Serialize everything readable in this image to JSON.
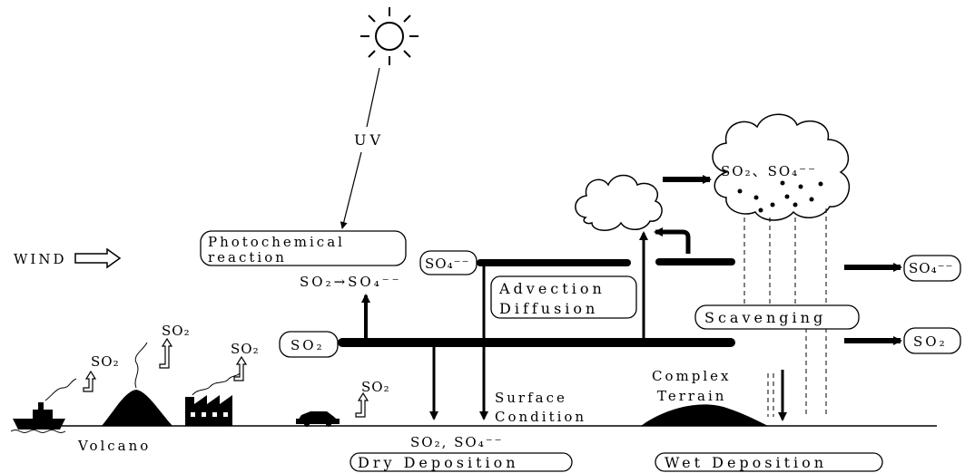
{
  "labels": {
    "uv": "UV",
    "wind": "WIND",
    "photochemical_line1": "Photochemical",
    "photochemical_line2": "reaction",
    "reaction_formula": "SO₂→SO₄⁻⁻",
    "advection_line1": "Advection",
    "advection_line2": "Diffusion",
    "scavenging": "Scavenging",
    "complex_line1": "Complex",
    "complex_line2": "Terrain",
    "surface_line1": "Surface",
    "surface_line2": "Condition",
    "volcano": "Volcano",
    "dry_species": "SO₂, SO₄⁻⁻",
    "dry_deposition": "Dry Deposition",
    "wet_deposition": "Wet Deposition",
    "cloud_species": "SO₂、SO₄⁻⁻",
    "so2_left": "SO₂",
    "so4_left": "SO₄⁻⁻",
    "so4_right": "SO₄⁻⁻",
    "so2_right": "SO₂",
    "emission_label": "SO₂"
  },
  "icons": [
    "sun-icon",
    "cloud-icon",
    "rain-cloud-icon",
    "ship-icon",
    "volcano-icon",
    "factory-icon",
    "car-icon",
    "terrain-icon"
  ]
}
